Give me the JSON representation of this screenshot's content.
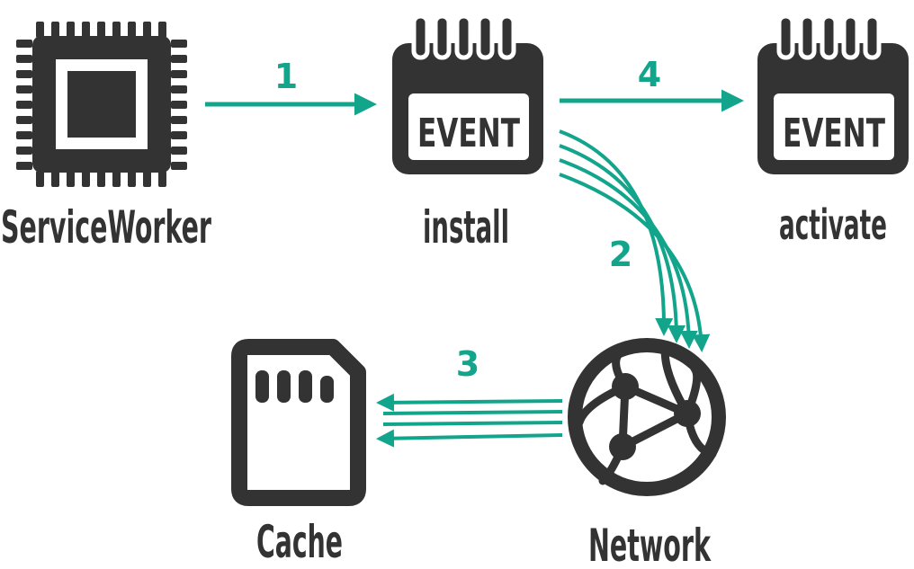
{
  "colors": {
    "icon": "#333333",
    "arrow": "#12a58c",
    "background": "#ffffff"
  },
  "nodes": {
    "service_worker": {
      "label": "ServiceWorker",
      "icon": "cpu-chip-icon"
    },
    "install": {
      "label": "install",
      "icon": "calendar-event-icon",
      "badge": "EVENT"
    },
    "activate": {
      "label": "activate",
      "icon": "calendar-event-icon",
      "badge": "EVENT"
    },
    "network": {
      "label": "Network",
      "icon": "globe-network-icon"
    },
    "cache": {
      "label": "Cache",
      "icon": "sd-card-icon"
    }
  },
  "steps": [
    {
      "id": "1",
      "label": "1",
      "from": "ServiceWorker",
      "to": "install"
    },
    {
      "id": "2",
      "label": "2",
      "from": "install",
      "to": "Network"
    },
    {
      "id": "3",
      "label": "3",
      "from": "Network",
      "to": "Cache"
    },
    {
      "id": "4",
      "label": "4",
      "from": "install",
      "to": "activate"
    }
  ]
}
